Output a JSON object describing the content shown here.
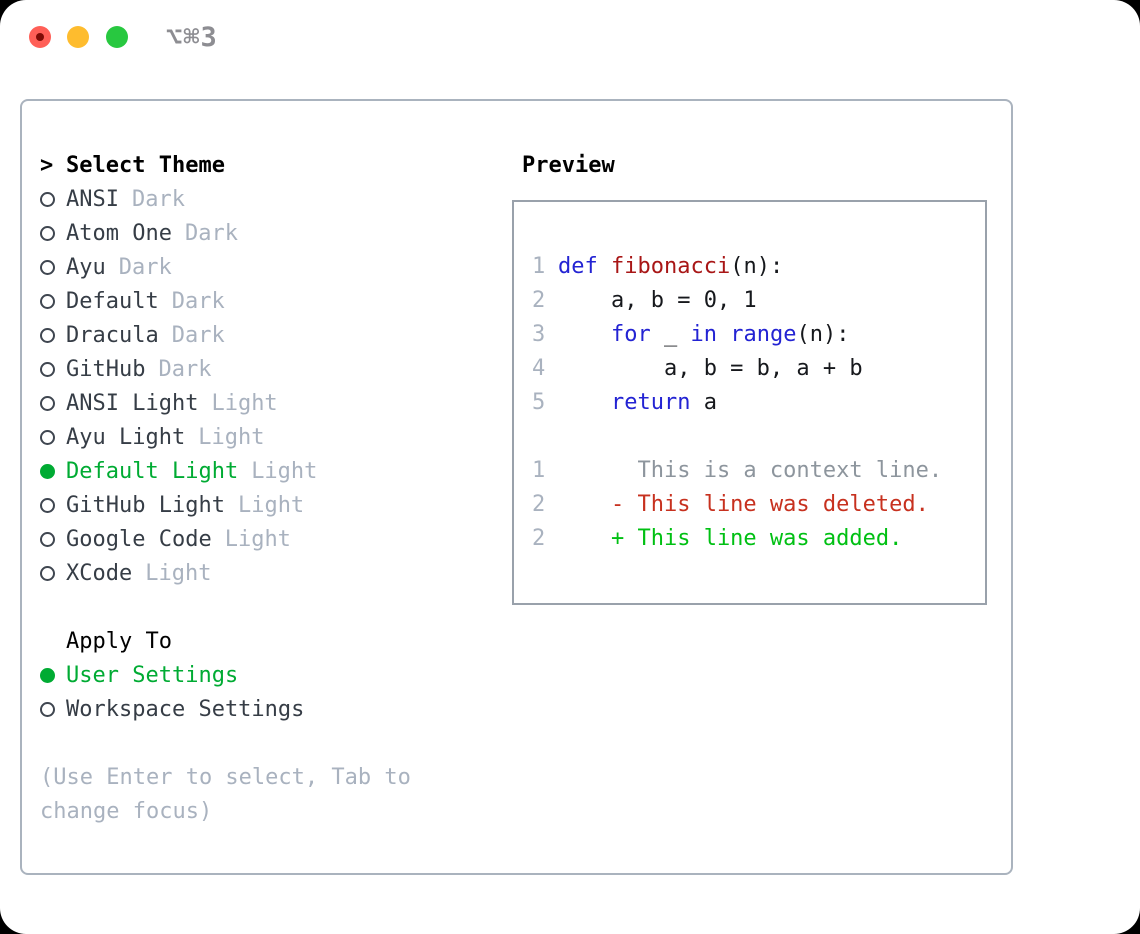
{
  "titlebar": {
    "title": "⌥⌘3"
  },
  "theme_list": {
    "prompt": ">",
    "header": "Select Theme",
    "items": [
      {
        "name": "ANSI",
        "variant": "Dark",
        "selected": false
      },
      {
        "name": "Atom One",
        "variant": "Dark",
        "selected": false
      },
      {
        "name": "Ayu",
        "variant": "Dark",
        "selected": false
      },
      {
        "name": "Default",
        "variant": "Dark",
        "selected": false
      },
      {
        "name": "Dracula",
        "variant": "Dark",
        "selected": false
      },
      {
        "name": "GitHub",
        "variant": "Dark",
        "selected": false
      },
      {
        "name": "ANSI Light",
        "variant": "Light",
        "selected": false
      },
      {
        "name": "Ayu Light",
        "variant": "Light",
        "selected": false
      },
      {
        "name": "Default Light",
        "variant": "Light",
        "selected": true
      },
      {
        "name": "GitHub Light",
        "variant": "Light",
        "selected": false
      },
      {
        "name": "Google Code",
        "variant": "Light",
        "selected": false
      },
      {
        "name": "XCode",
        "variant": "Light",
        "selected": false
      }
    ]
  },
  "apply_to": {
    "header": "Apply To",
    "options": [
      {
        "name": "User Settings",
        "selected": true
      },
      {
        "name": "Workspace Settings",
        "selected": false
      }
    ]
  },
  "help": {
    "line1": "(Use Enter to select, Tab to",
    "line2": "change focus)"
  },
  "preview": {
    "header": "Preview",
    "code_lines": [
      {
        "num": "1",
        "segs": [
          {
            "t": "def ",
            "c": "kw"
          },
          {
            "t": "fibonacci",
            "c": "fn"
          },
          {
            "t": "(n):",
            "c": "pl"
          }
        ]
      },
      {
        "num": "2",
        "segs": [
          {
            "t": "    a, b = 0, 1",
            "c": "pl"
          }
        ]
      },
      {
        "num": "3",
        "segs": [
          {
            "t": "    ",
            "c": "pl"
          },
          {
            "t": "for",
            "c": "kw"
          },
          {
            "t": " _ ",
            "c": "pl"
          },
          {
            "t": "in",
            "c": "kw"
          },
          {
            "t": " ",
            "c": "pl"
          },
          {
            "t": "range",
            "c": "kw"
          },
          {
            "t": "(n):",
            "c": "pl"
          }
        ]
      },
      {
        "num": "4",
        "segs": [
          {
            "t": "        a, b = b, a + b",
            "c": "pl"
          }
        ]
      },
      {
        "num": "5",
        "segs": [
          {
            "t": "    ",
            "c": "pl"
          },
          {
            "t": "return",
            "c": "kw"
          },
          {
            "t": " a",
            "c": "pl"
          }
        ]
      }
    ],
    "diff_lines": [
      {
        "num": "1",
        "text": "      This is a context line.",
        "type": "context"
      },
      {
        "num": "2",
        "text": "    - This line was deleted.",
        "type": "deleted"
      },
      {
        "num": "2",
        "text": "    + This line was added.",
        "type": "added"
      }
    ]
  },
  "colors": {
    "selection_green": "#00ab33",
    "keyword_blue": "#2323d3",
    "function_red": "#a81616",
    "diff_deleted_red": "#c7311f",
    "diff_added_green": "#00c013",
    "muted_gray": "#a9b2bf",
    "context_gray": "#8d959d",
    "panel_border": "#aab3be",
    "traffic_red": "#ff5f57",
    "traffic_yellow": "#febc2e",
    "traffic_green": "#28c840"
  }
}
